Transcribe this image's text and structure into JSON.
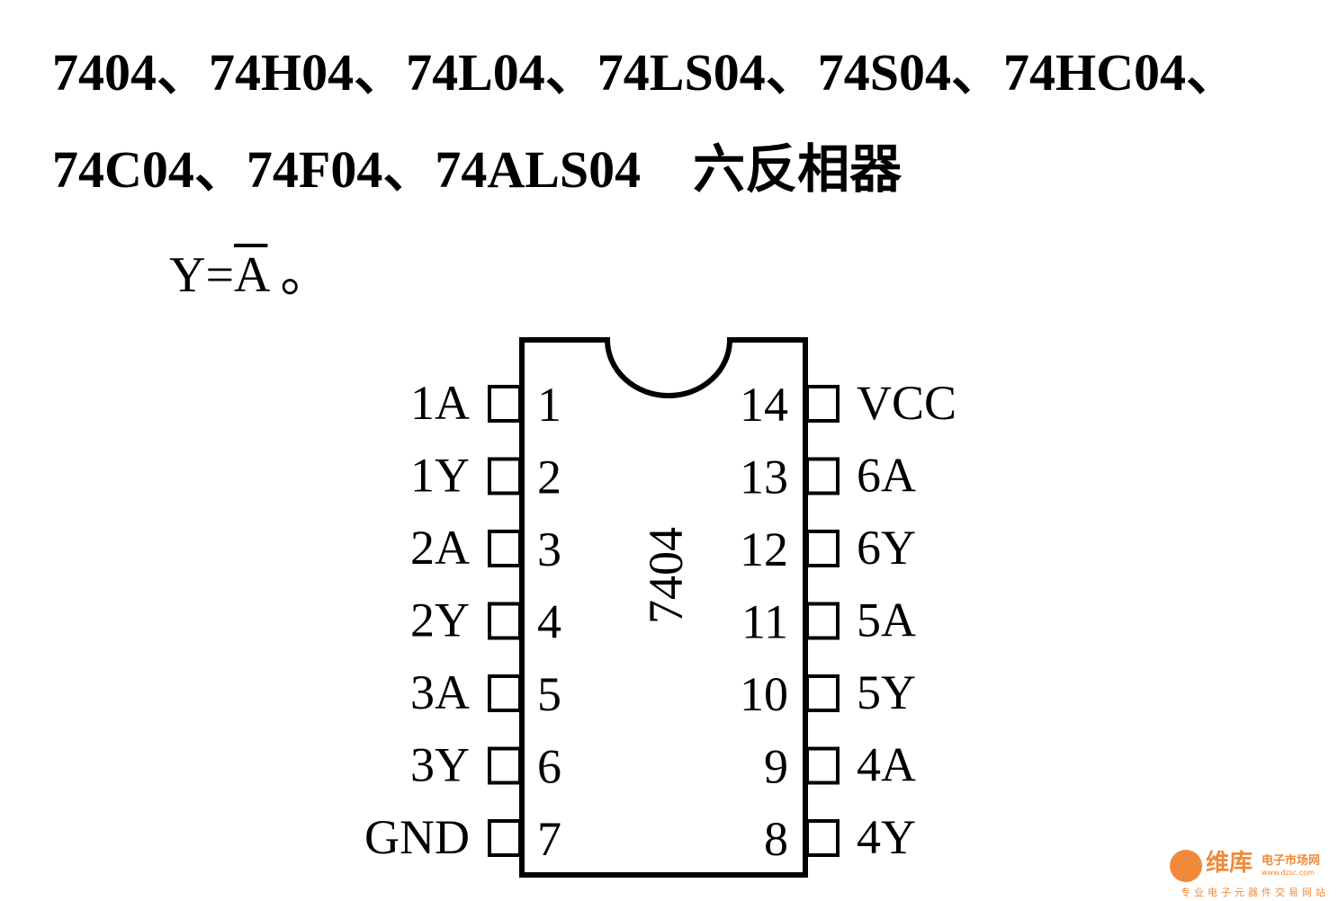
{
  "title": {
    "line1": "7404、74H04、74L04、74LS04、74S04、74HC04、",
    "line2": "74C04、74F04、74ALS04　六反相器"
  },
  "formula": {
    "lhs": "Y=",
    "var": "A",
    "end": "。"
  },
  "chip": {
    "name": "7404",
    "left_pins": [
      {
        "num": "1",
        "label": "1A"
      },
      {
        "num": "2",
        "label": "1Y"
      },
      {
        "num": "3",
        "label": "2A"
      },
      {
        "num": "4",
        "label": "2Y"
      },
      {
        "num": "5",
        "label": "3A"
      },
      {
        "num": "6",
        "label": "3Y"
      },
      {
        "num": "7",
        "label": "GND"
      }
    ],
    "right_pins": [
      {
        "num": "14",
        "label": "VCC"
      },
      {
        "num": "13",
        "label": "6A"
      },
      {
        "num": "12",
        "label": "6Y"
      },
      {
        "num": "11",
        "label": "5A"
      },
      {
        "num": "10",
        "label": "5Y"
      },
      {
        "num": "9",
        "label": "4A"
      },
      {
        "num": "8",
        "label": "4Y"
      }
    ]
  },
  "watermark": {
    "name": "维库",
    "sub": "电子市场网",
    "url": "www.dzsc.com",
    "tag": "专业电子元器件交易网站",
    "color": "#f08a3a"
  }
}
